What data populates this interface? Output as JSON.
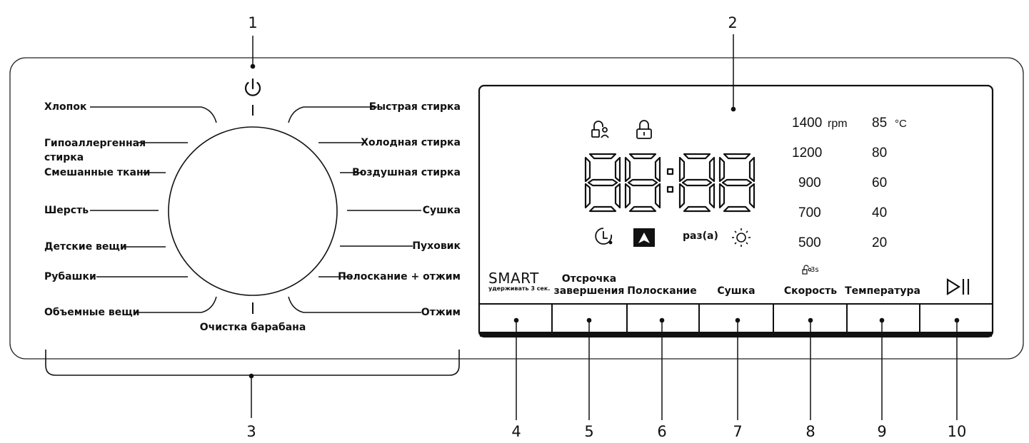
{
  "callouts": {
    "c1": "1",
    "c2": "2",
    "c3": "3",
    "c4": "4",
    "c5": "5",
    "c6": "6",
    "c7": "7",
    "c8": "8",
    "c9": "9",
    "c10": "10"
  },
  "programs_left": [
    "Хлопок",
    "Гипоаллергенная\nстирка",
    "Смешанные ткани",
    "Шерсть",
    "Детские вещи",
    "Рубашки",
    "Объемные вещи"
  ],
  "programs_right": [
    "Быстрая стирка",
    "Холодная стирка",
    "Воздушная стирка",
    "Сушка",
    "Пуховик",
    "Полоскание + отжим",
    "Отжим"
  ],
  "program_bottom": "Очистка барабана",
  "display": {
    "time": "88:88",
    "rinse_count_label": "раз(а)",
    "speed_values": [
      "1400",
      "1200",
      "900",
      "700",
      "500"
    ],
    "speed_unit": "rpm",
    "temp_values": [
      "85",
      "80",
      "60",
      "40",
      "20"
    ],
    "temp_unit": "°C",
    "lock_hint": "3s"
  },
  "buttons": {
    "smart_label": "SMART",
    "smart_hint": "удерживать 3 сек.",
    "delay_label": "Отсрочка\nзавершения",
    "rinse_label": "Полоскание",
    "dry_label": "Сушка",
    "speed_label": "Скорость",
    "temp_label": "Температура"
  },
  "icons": [
    "power-icon",
    "child-lock-icon",
    "door-lock-icon",
    "delay-clock-icon",
    "navigation-arrow-icon",
    "sun-icon",
    "play-pause-icon"
  ]
}
